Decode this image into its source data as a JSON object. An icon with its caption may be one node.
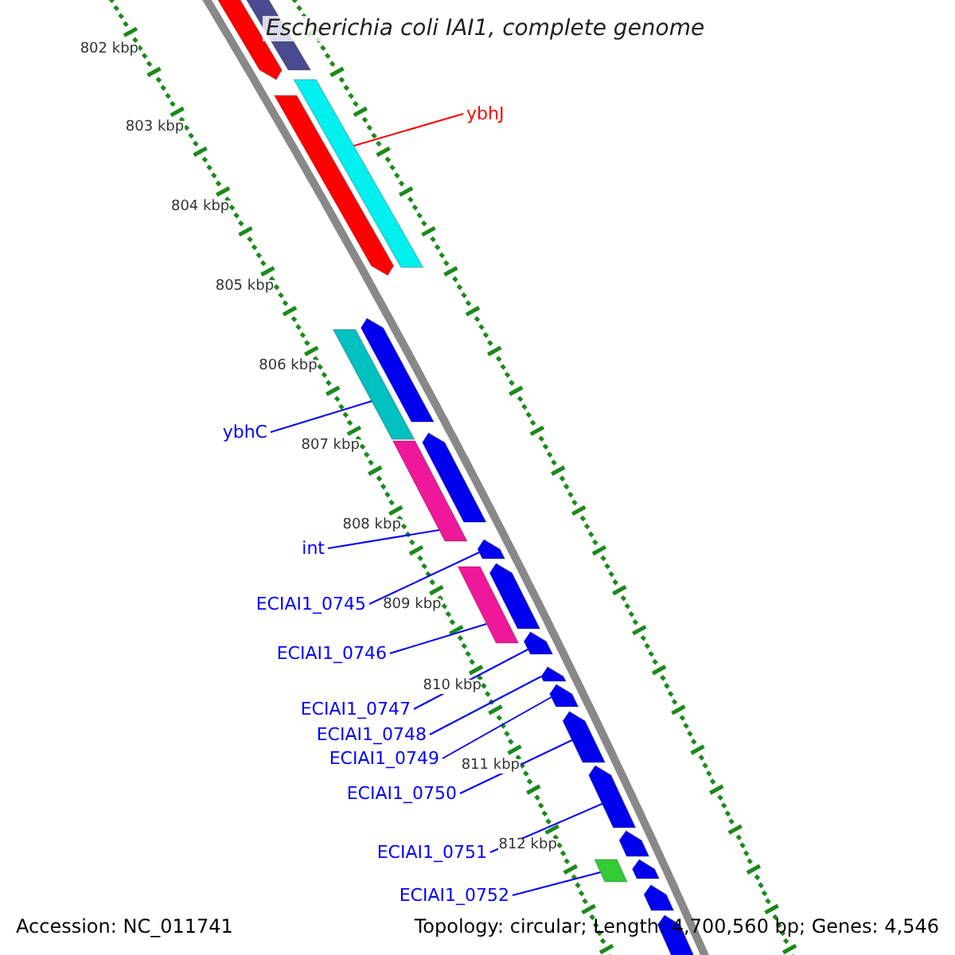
{
  "diagram": {
    "title": "Escherichia coli IAI1, complete genome",
    "nodes": [
      {
        "text": [
          "ybhJ"
        ]
      },
      {
        "text": [
          "ybhC"
        ]
      },
      {
        "text": [
          "int"
        ]
      },
      {
        "text": [
          "ECIAI1_0745"
        ]
      },
      {
        "text": [
          "ECIAI1_0746"
        ]
      },
      {
        "text": [
          "ECIAI1_0747"
        ]
      },
      {
        "text": [
          "ECIAI1_0748"
        ]
      },
      {
        "text": [
          "ECIAI1_0749"
        ]
      },
      {
        "text": [
          "ECIAI1_0750"
        ]
      },
      {
        "text": [
          "ECIAI1_0751"
        ]
      },
      {
        "text": [
          "ECIAI1_0752"
        ]
      },
      {
        "text": [],
        "shape": "bar"
      },
      {
        "text": [],
        "shape": "bar"
      },
      {
        "text": [],
        "shape": "bar"
      },
      {
        "text": [],
        "shape": "bar"
      },
      {
        "text": [],
        "shape": "bar"
      },
      {
        "text": [],
        "shape": "bar"
      },
      {
        "text": [],
        "shape": "bar"
      },
      {
        "text": [],
        "shape": "bar"
      },
      {
        "text": [],
        "shape": "bar"
      },
      {
        "text": [],
        "shape": "bar"
      },
      {
        "text": [],
        "shape": "bar"
      },
      {
        "text": [],
        "shape": "bar"
      },
      {
        "text": [],
        "shape": "bar"
      },
      {
        "text": [],
        "shape": "bar"
      },
      {
        "text": [],
        "shape": "bar"
      },
      {
        "text": [],
        "shape": "bar"
      },
      {
        "text": [],
        "shape": "bar"
      },
      {
        "text": [],
        "shape": "bar"
      },
      {
        "text": [],
        "shape": "bar"
      },
      {
        "text": [],
        "shape": "bar"
      },
      {
        "text": [],
        "shape": "bar"
      }
    ],
    "edges": [
      {
        "from": 0,
        "to": 13,
        "arrow": "none",
        "color": "#ff0000"
      },
      {
        "from": 1,
        "to": 16,
        "arrow": "none"
      },
      {
        "from": 2,
        "to": 18,
        "arrow": "none"
      },
      {
        "from": 3,
        "to": 19,
        "arrow": "none"
      },
      {
        "from": 4,
        "to": 21,
        "arrow": "none"
      },
      {
        "from": 5,
        "to": 22,
        "arrow": "none"
      },
      {
        "from": 6,
        "to": 23,
        "arrow": "none"
      },
      {
        "from": 7,
        "to": 24,
        "arrow": "none"
      },
      {
        "from": 8,
        "to": 25,
        "arrow": "none"
      },
      {
        "from": 9,
        "to": 26,
        "arrow": "none"
      },
      {
        "from": 10,
        "to": 29,
        "arrow": "none"
      }
    ],
    "labels": [
      "802 kbp",
      "803 kbp",
      "804 kbp",
      "805 kbp",
      "806 kbp",
      "807 kbp",
      "808 kbp",
      "809 kbp",
      "810 kbp",
      "811 kbp",
      "812 kbp",
      "Accession: NC_011741",
      "Topology: circular; Length: 4,700,560 bp; Genes: 4,546"
    ]
  }
}
